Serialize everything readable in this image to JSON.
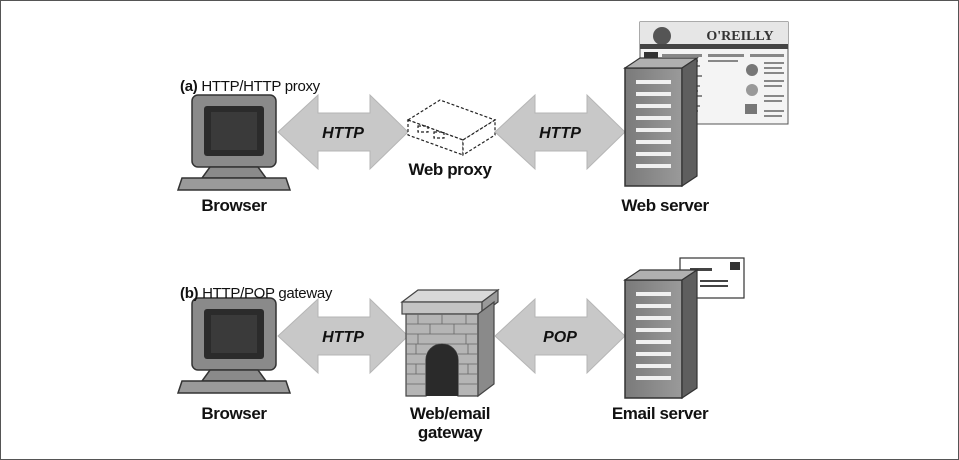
{
  "panel_a": {
    "caption_tag": "(a)",
    "caption_text": "HTTP/HTTP proxy",
    "left_node": "Browser",
    "middle_node": "Web proxy",
    "right_node": "Web server",
    "left_link": "HTTP",
    "right_link": "HTTP",
    "web_page_logo": "O'REILLY"
  },
  "panel_b": {
    "caption_tag": "(b)",
    "caption_text": "HTTP/POP gateway",
    "left_node": "Browser",
    "middle_node_line1": "Web/email",
    "middle_node_line2": "gateway",
    "right_node": "Email server",
    "left_link": "HTTP",
    "right_link": "POP"
  }
}
